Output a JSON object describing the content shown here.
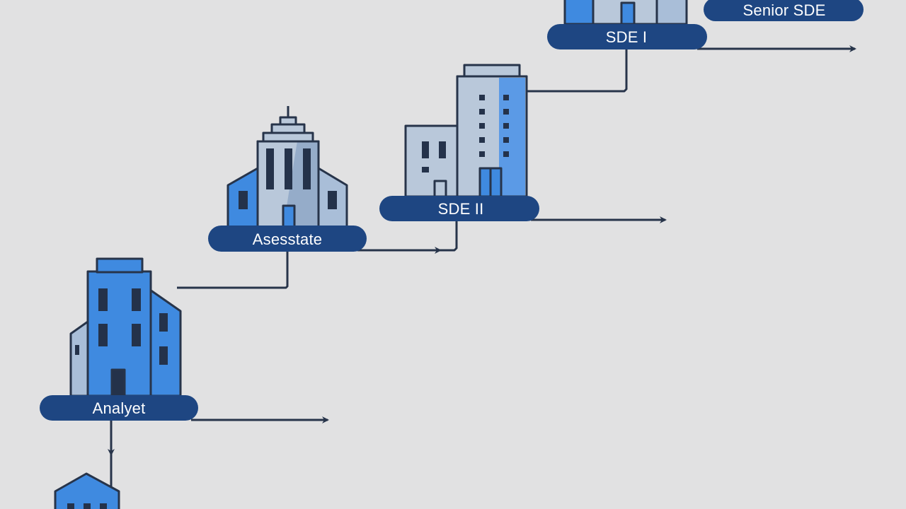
{
  "diagram": {
    "labels": {
      "analyst": "Analyet",
      "associate": "Asesstate",
      "sde2": "SDE II",
      "sde1": "SDE I",
      "senior_sde": "Senior SDE"
    }
  },
  "colors": {
    "background": "#e1e1e2",
    "navy": "#1e4682",
    "stroke": "#27344a",
    "building_blue": "#3f8ae0",
    "building_light": "#a9bed8",
    "window_dark": "#24324a",
    "label_text": "#ffffff"
  },
  "icons": [
    "building-icon",
    "arrow-right-icon",
    "arrow-down-icon",
    "connector-line"
  ]
}
